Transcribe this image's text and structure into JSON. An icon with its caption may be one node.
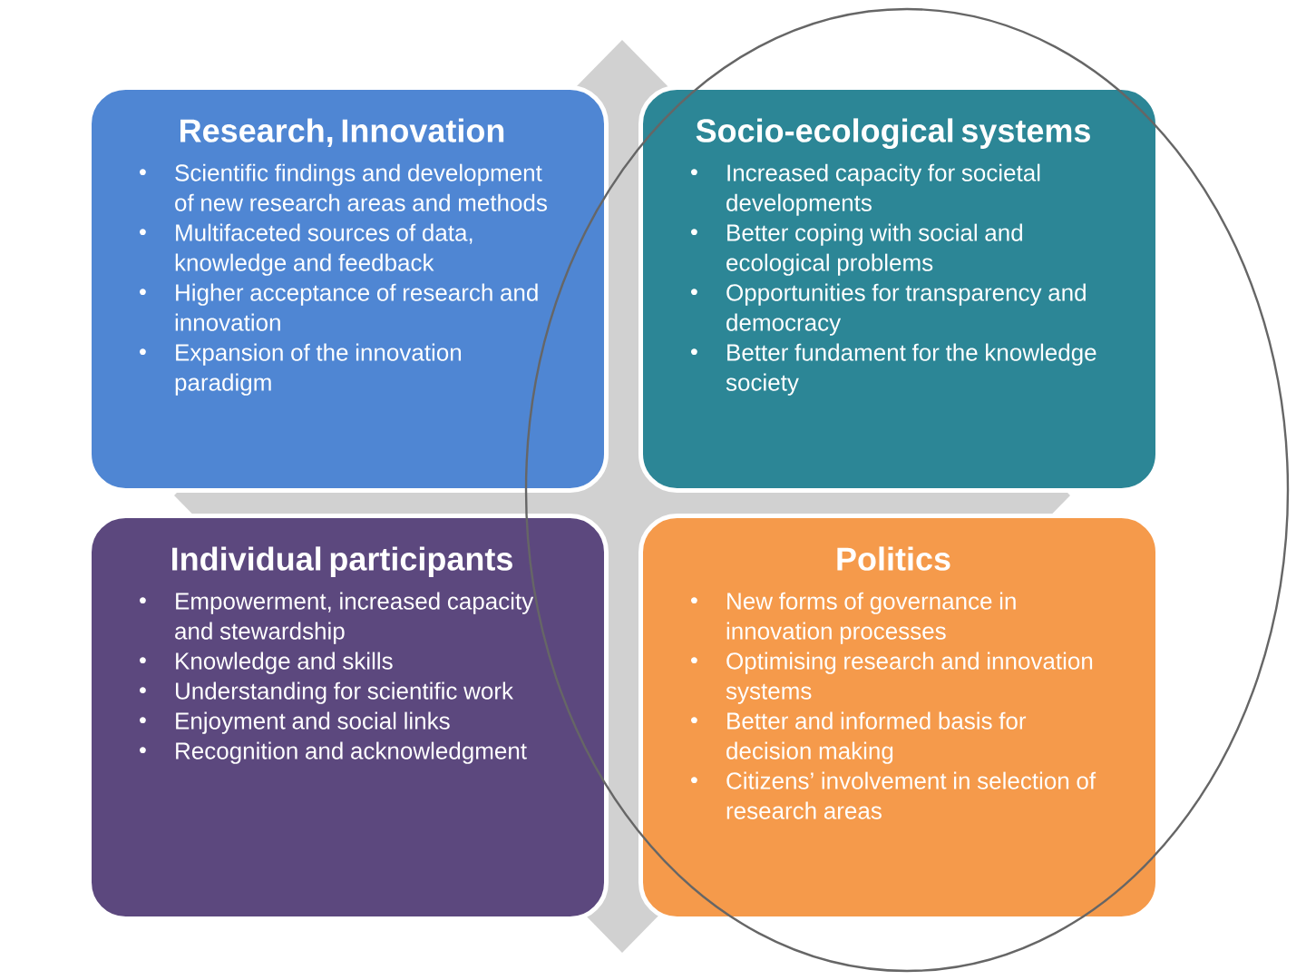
{
  "diagram": {
    "nodes": [
      {
        "text": [
          "Research, Innovation",
          "Scientific findings and development of new research areas and methods",
          "Multifaceted sources of data, knowledge and feedback",
          "Higher acceptance of research and innovation",
          "Expansion of the innovation paradigm"
        ]
      },
      {
        "text": [
          "Socio-ecological systems",
          "Increased capacity for societal developments",
          "Better coping with social and ecological problems",
          "Opportunities for transparency and democracy",
          "Better fundament for the knowledge society"
        ]
      },
      {
        "text": [
          "Individual participants",
          "Empowerment, increased capacity and stewardship",
          "Knowledge and skills",
          "Understanding for scientific work",
          "Enjoyment and social links",
          "Recognition and acknowledgment"
        ]
      },
      {
        "text": [
          "Politics",
          "New forms of governance in innovation processes",
          "Optimising research and innovation systems",
          "Better and informed basis for decision making",
          "Citizens’ involvement in selection of research areas"
        ]
      }
    ]
  }
}
